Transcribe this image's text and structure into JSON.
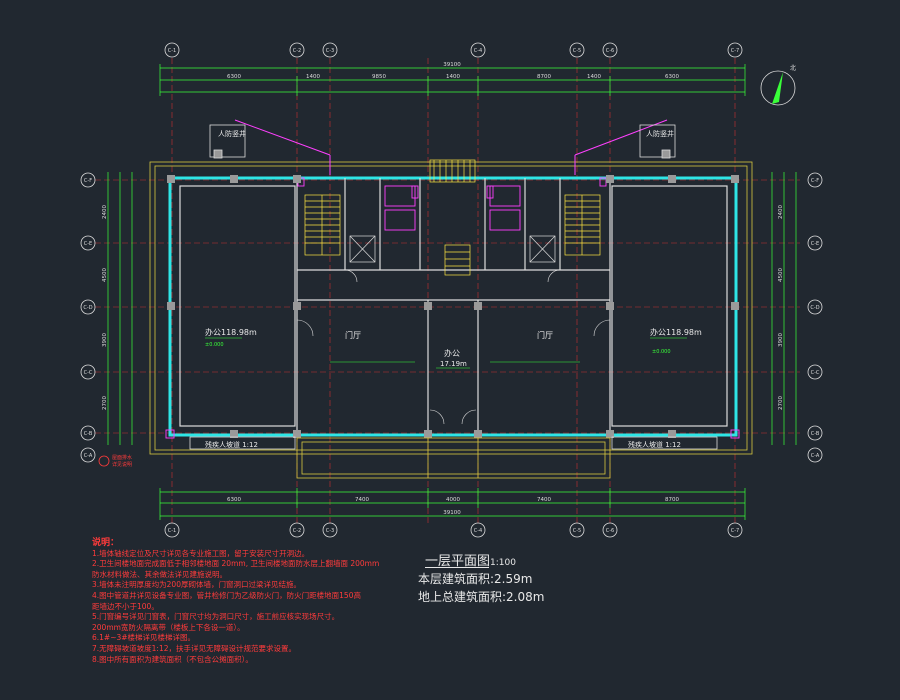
{
  "drawing": {
    "title": "一层平面图",
    "title_scale": "1:100",
    "floor_area": "本层建筑面积:",
    "floor_area_value": "2.59m",
    "total_area": "地上总建筑面积:",
    "total_area_value": "2.08m"
  },
  "rooms": {
    "office_left": "办公",
    "office_left_area": "118.98m",
    "office_right": "办公",
    "office_right_area": "118.98m",
    "lobby_left": "门厅",
    "lobby_right": "门厅",
    "office_center": "办公",
    "office_center_area": "17.19m",
    "elev_left": "±0.000",
    "elev_right": "±0.000"
  },
  "labels": {
    "shelter_left": "人防竖井",
    "shelter_right": "人防竖井",
    "ramp_left": "残疾人坡道 1:12",
    "ramp_right": "残疾人坡道 1:12",
    "flag_note": "屋面排水",
    "flag_note2": "详见说明"
  },
  "axes": {
    "top": [
      "C-1",
      "C-2",
      "C-3",
      "C-4",
      "C-5",
      "C-6",
      "C-7"
    ],
    "bottom": [
      "C-1",
      "C-2",
      "C-3",
      "C-4",
      "C-5",
      "C-6",
      "C-7"
    ],
    "left": [
      "C-F",
      "C-E",
      "C-D",
      "C-C",
      "C-B",
      "C-A"
    ],
    "right": [
      "C-F",
      "C-E",
      "C-D",
      "C-C",
      "C-B",
      "C-A"
    ]
  },
  "dimensions": {
    "overall_top": "39100",
    "overall_bottom": "39100",
    "top_row": [
      "6300",
      "1400",
      "9850",
      "1400",
      "8700",
      "1400",
      "6300"
    ],
    "bottom_row": [
      "6300",
      "7400",
      "4000",
      "7400",
      "8700"
    ],
    "side_row": [
      "2400",
      "4500",
      "3900",
      "2700"
    ]
  },
  "notes": {
    "heading": "说明：",
    "lines": [
      "1.墙体轴线定位及尺寸详见各专业施工图，留于安装尺寸开洞边。",
      "2.卫生间楼地面完成面低于相邻楼地面 20mm, 卫生间楼地面防水层上翻墙面 200mm",
      "   防水材料做法、其余做法详见建施说明。",
      "3.墙体未注明厚度均为200厚砌体墙，门窗洞口过梁详见结施。",
      "4.图中管道井详见设备专业图，管井检修门为乙级防火门，防火门距楼地面150高",
      "   距墙边不小于100。",
      "5.门窗编号详见门窗表，门窗尺寸均为洞口尺寸，施工前应核实现场尺寸。",
      "   200mm宽防火隔离带（楼板上下各设一道）。",
      "6.1#~3#楼梯详见楼梯详图。",
      "7.无障碍坡道坡度1:12，扶手详见无障碍设计规范要求设置。",
      "8.图中所有面积为建筑面积（不包含公摊面积）。"
    ]
  }
}
